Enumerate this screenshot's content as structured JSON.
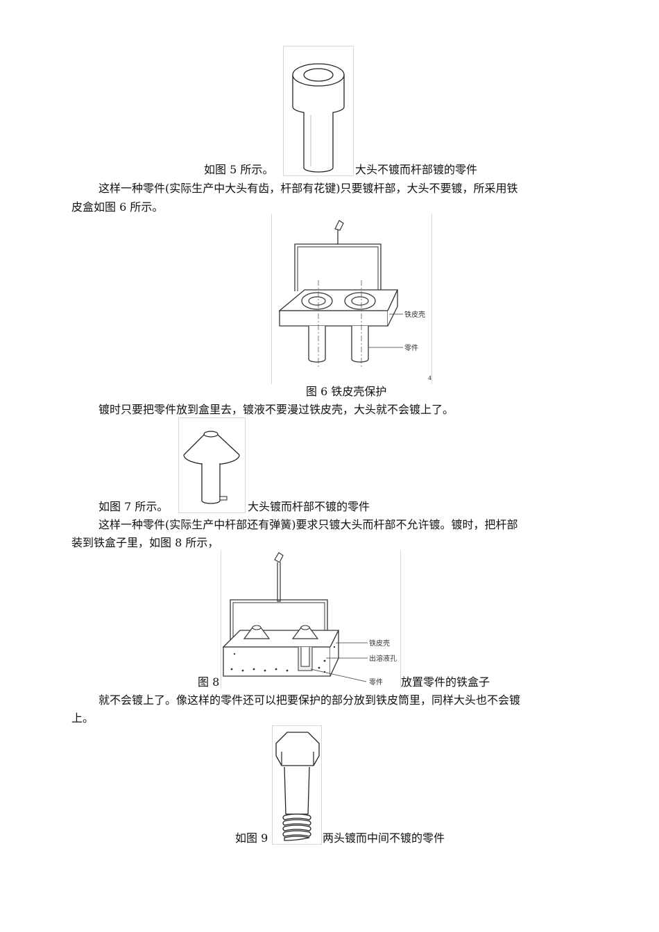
{
  "fig5": {
    "prefix": "如图 5 所示。",
    "caption": "大头不镀而杆部镀的零件"
  },
  "para1": {
    "line1": "这样一种零件(实际生产中大头有齿，杆部有花键)只要镀杆部，大头不要镀，所采用铁",
    "line2": "皮盒如图 6 所示。"
  },
  "fig6": {
    "caption": "图 6 铁皮壳保护",
    "label_shell": "铁皮壳",
    "label_part": "零件"
  },
  "para2": "镀时只要把零件放到盒里去，镀液不要漫过铁皮壳，大头就不会镀上了。",
  "fig7": {
    "prefix": "如图 7 所示。",
    "caption": "大头镀而杆部不镀的零件"
  },
  "para3": {
    "line1": "这样一种零件(实际生产中杆部还有弹簧)要求只镀大头而杆部不允许镀。镀时，把杆部",
    "line2": "装到铁盒子里，如图 8 所示，"
  },
  "fig8": {
    "prefix": "图 8",
    "caption": "放置零件的铁盒子",
    "label_shell": "铁皮壳",
    "label_hole": "出溶液孔",
    "label_part": "零件"
  },
  "para4": {
    "line1": "就不会镀上了。像这样的零件还可以把要保护的部分放到铁皮筒里，同样大头也不会镀",
    "line2": "上。"
  },
  "fig9": {
    "prefix": "如图 9",
    "caption": "两头镀而中间不镀的零件"
  }
}
